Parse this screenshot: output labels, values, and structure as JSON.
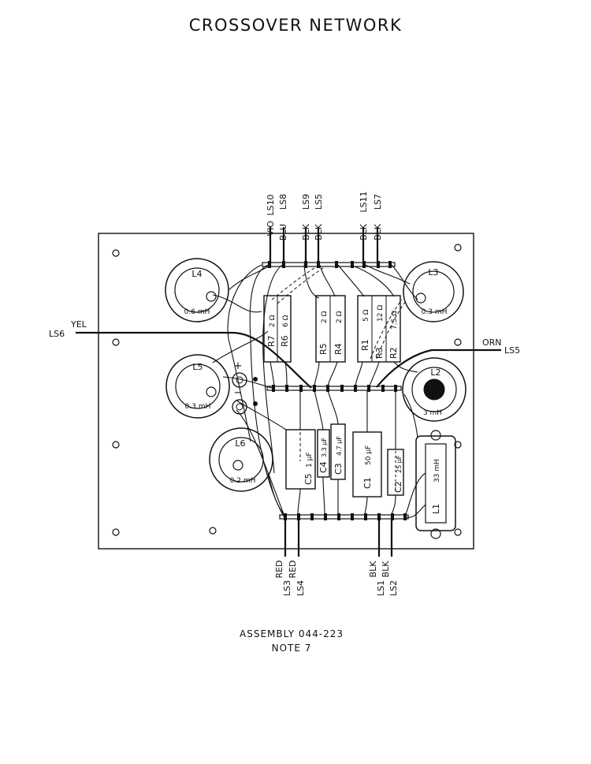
{
  "title": "CROSSOVER NETWORK",
  "footer": {
    "assembly": "ASSEMBLY 044-223",
    "note": "NOTE 7"
  },
  "top_leads": [
    {
      "wire": "LS10",
      "color": "VIO"
    },
    {
      "wire": "LS8",
      "color": "BLU"
    },
    {
      "wire": "LS9",
      "color": "BLK"
    },
    {
      "wire": "LS5",
      "color": "BLK"
    },
    {
      "wire": "LS11",
      "color": "BLK"
    },
    {
      "wire": "LS7",
      "color": "BLK"
    }
  ],
  "bottom_leads": [
    {
      "wire": "LS3",
      "color": "RED"
    },
    {
      "wire": "LS4",
      "color": "RED"
    },
    {
      "wire": "LS1",
      "color": "BLK"
    },
    {
      "wire": "LS2",
      "color": "BLK"
    }
  ],
  "side_leads": {
    "left": {
      "wire": "LS6",
      "color": "YEL"
    },
    "right": {
      "wire": "LS5",
      "color": "ORN"
    }
  },
  "coils": [
    {
      "name": "L4",
      "value": "0.6 mH"
    },
    {
      "name": "L3",
      "value": "0.3 mH"
    },
    {
      "name": "L5",
      "value": "0.3 mH"
    },
    {
      "name": "L2",
      "value": "3 mH"
    },
    {
      "name": "L6",
      "value": "0.2 mH"
    },
    {
      "name": "L1",
      "value": "33 mH"
    }
  ],
  "resistors": [
    {
      "name": "R7",
      "value": "2 Ω"
    },
    {
      "name": "R6",
      "value": "6 Ω"
    },
    {
      "name": "R5",
      "value": "2 Ω"
    },
    {
      "name": "R4",
      "value": "2 Ω"
    },
    {
      "name": "R1",
      "value": "5 Ω"
    },
    {
      "name": "R3",
      "value": "12 Ω"
    },
    {
      "name": "R2",
      "value": "7.5 Ω"
    }
  ],
  "capacitors": [
    {
      "name": "C5",
      "value": "1 μF"
    },
    {
      "name": "C4",
      "value": "3.3 μF"
    },
    {
      "name": "C3",
      "value": "4.7 μF"
    },
    {
      "name": "C1",
      "value": "50 μF"
    },
    {
      "name": "C2",
      "value": "25 μF"
    }
  ],
  "terminal_signs": {
    "plus": "+",
    "minus": "−"
  }
}
